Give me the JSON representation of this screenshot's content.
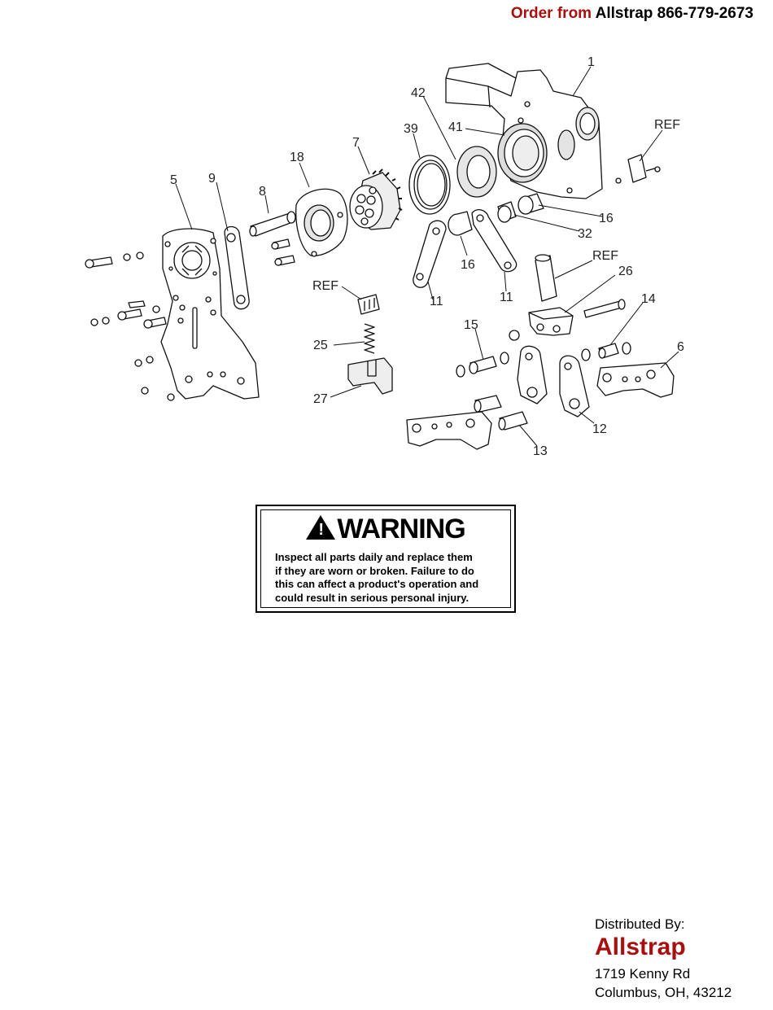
{
  "header": {
    "order_prefix": "Order from",
    "order_brand_phone": "Allstrap 866-779-2673",
    "colors": {
      "accent": "#a80f0f",
      "text": "#000000"
    }
  },
  "diagram": {
    "callouts": {
      "c1": "1",
      "c42": "42",
      "c41": "41",
      "c39": "39",
      "c7": "7",
      "c18": "18",
      "c8": "8",
      "c9": "9",
      "c5": "5",
      "c16a": "16",
      "c32": "32",
      "c16b": "16",
      "c11a": "11",
      "c11b": "11",
      "c26": "26",
      "c14": "14",
      "c6": "6",
      "c15": "15",
      "c12": "12",
      "c13": "13",
      "c25": "25",
      "c27": "27",
      "ref1": "REF",
      "ref2": "REF",
      "ref3": "REF"
    }
  },
  "warning": {
    "title": "WARNING",
    "icon": "warning-triangle-icon",
    "lines": [
      "Inspect all parts daily and replace them",
      "if they are worn or broken. Failure to do",
      "this can affect a product's operation and",
      "could result in serious personal injury."
    ]
  },
  "distributor": {
    "label": "Distributed By:",
    "brand": "Allstrap",
    "address_line1": "1719 Kenny Rd",
    "address_line2": "Columbus, OH, 43212"
  }
}
